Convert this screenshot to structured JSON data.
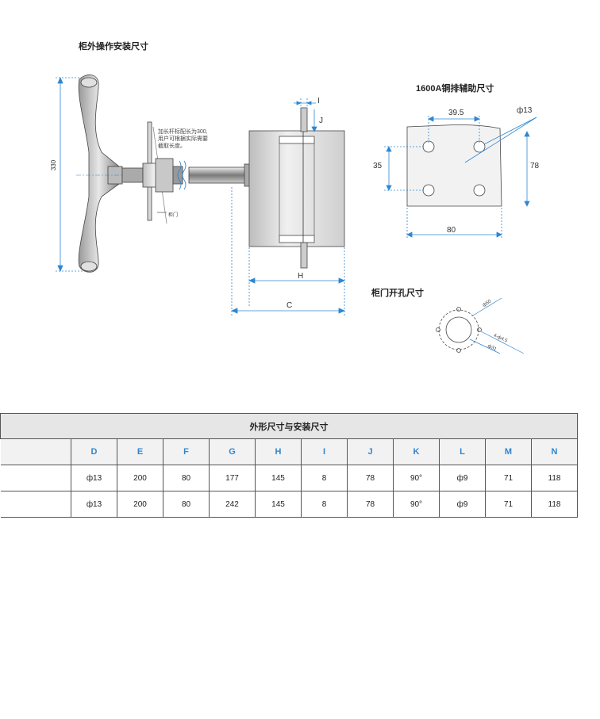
{
  "drawing": {
    "main_title": "柜外操作安装尺寸",
    "note_lines": [
      "加长杆标配长为300,",
      "用户可根据实际需要",
      "截取长度。"
    ],
    "door_label": "柜门",
    "dim_330": "330",
    "dim_H": "H",
    "dim_C": "C",
    "dim_I": "I",
    "dim_J": "J"
  },
  "busbar": {
    "title": "1600A铜排辅助尺寸",
    "dim_39_5": "39.5",
    "dim_phi13": "ф13",
    "dim_35": "35",
    "dim_78": "78",
    "dim_80": "80"
  },
  "door_hole": {
    "title": "柜门开孔尺寸",
    "dim_phi50": "ф50",
    "dim_4phi45": "4-ф4.5",
    "dim_phi31": "ф31"
  },
  "table": {
    "title": "外形尺寸与安装尺寸",
    "columns": [
      "D",
      "E",
      "F",
      "G",
      "H",
      "I",
      "J",
      "K",
      "L",
      "M",
      "N"
    ],
    "rows": [
      [
        "ф13",
        "200",
        "80",
        "177",
        "145",
        "8",
        "78",
        "90°",
        "ф9",
        "71",
        "118"
      ],
      [
        "ф13",
        "200",
        "80",
        "242",
        "145",
        "8",
        "78",
        "90°",
        "ф9",
        "71",
        "118"
      ]
    ]
  },
  "colors": {
    "dimension_line": "#2f86d1",
    "column_header_text": "#2f86d1",
    "header_bg": "#e6e6e6"
  }
}
